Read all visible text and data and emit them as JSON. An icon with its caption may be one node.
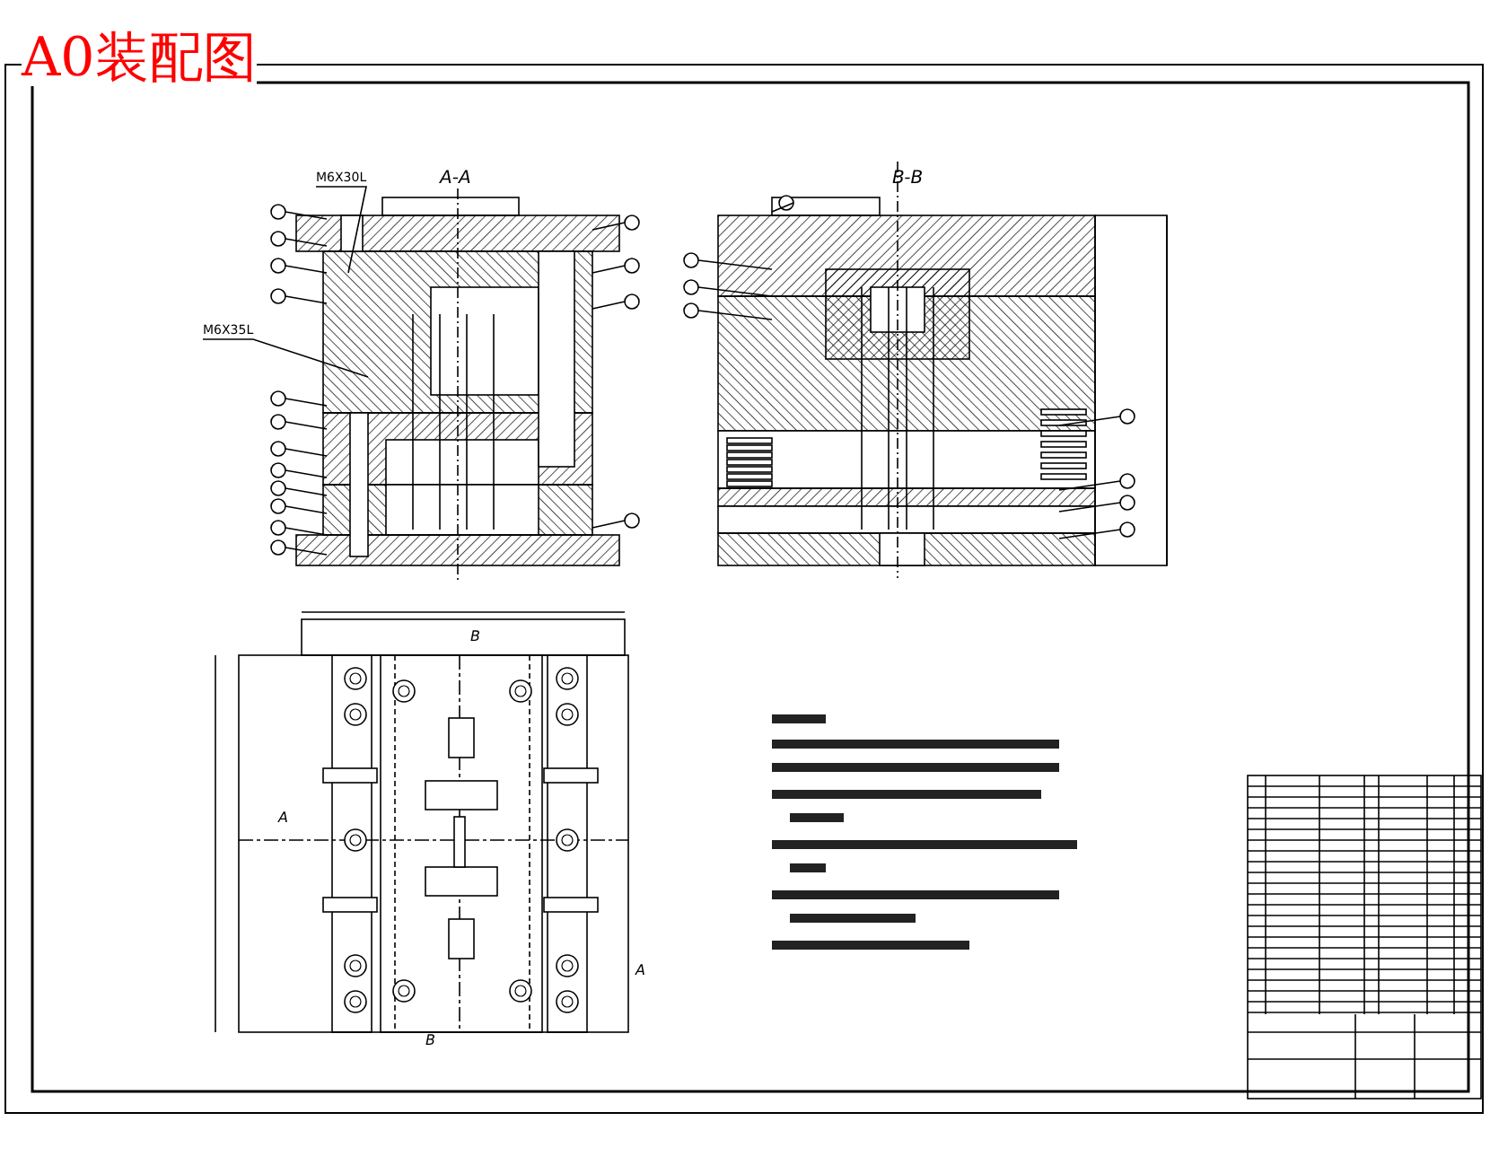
{
  "diagram": {
    "title": "A0装配图",
    "nodes": [
      {
        "text": [
          "M6X30L"
        ]
      },
      {
        "text": [
          "M6X35L"
        ]
      }
    ],
    "edges": [
      {
        "from": 0,
        "to": null,
        "arrow": "none"
      },
      {
        "from": 1,
        "to": null,
        "arrow": "none"
      }
    ],
    "labels": [
      "A-A",
      "B-B",
      "B",
      "A",
      "A",
      "B"
    ]
  }
}
